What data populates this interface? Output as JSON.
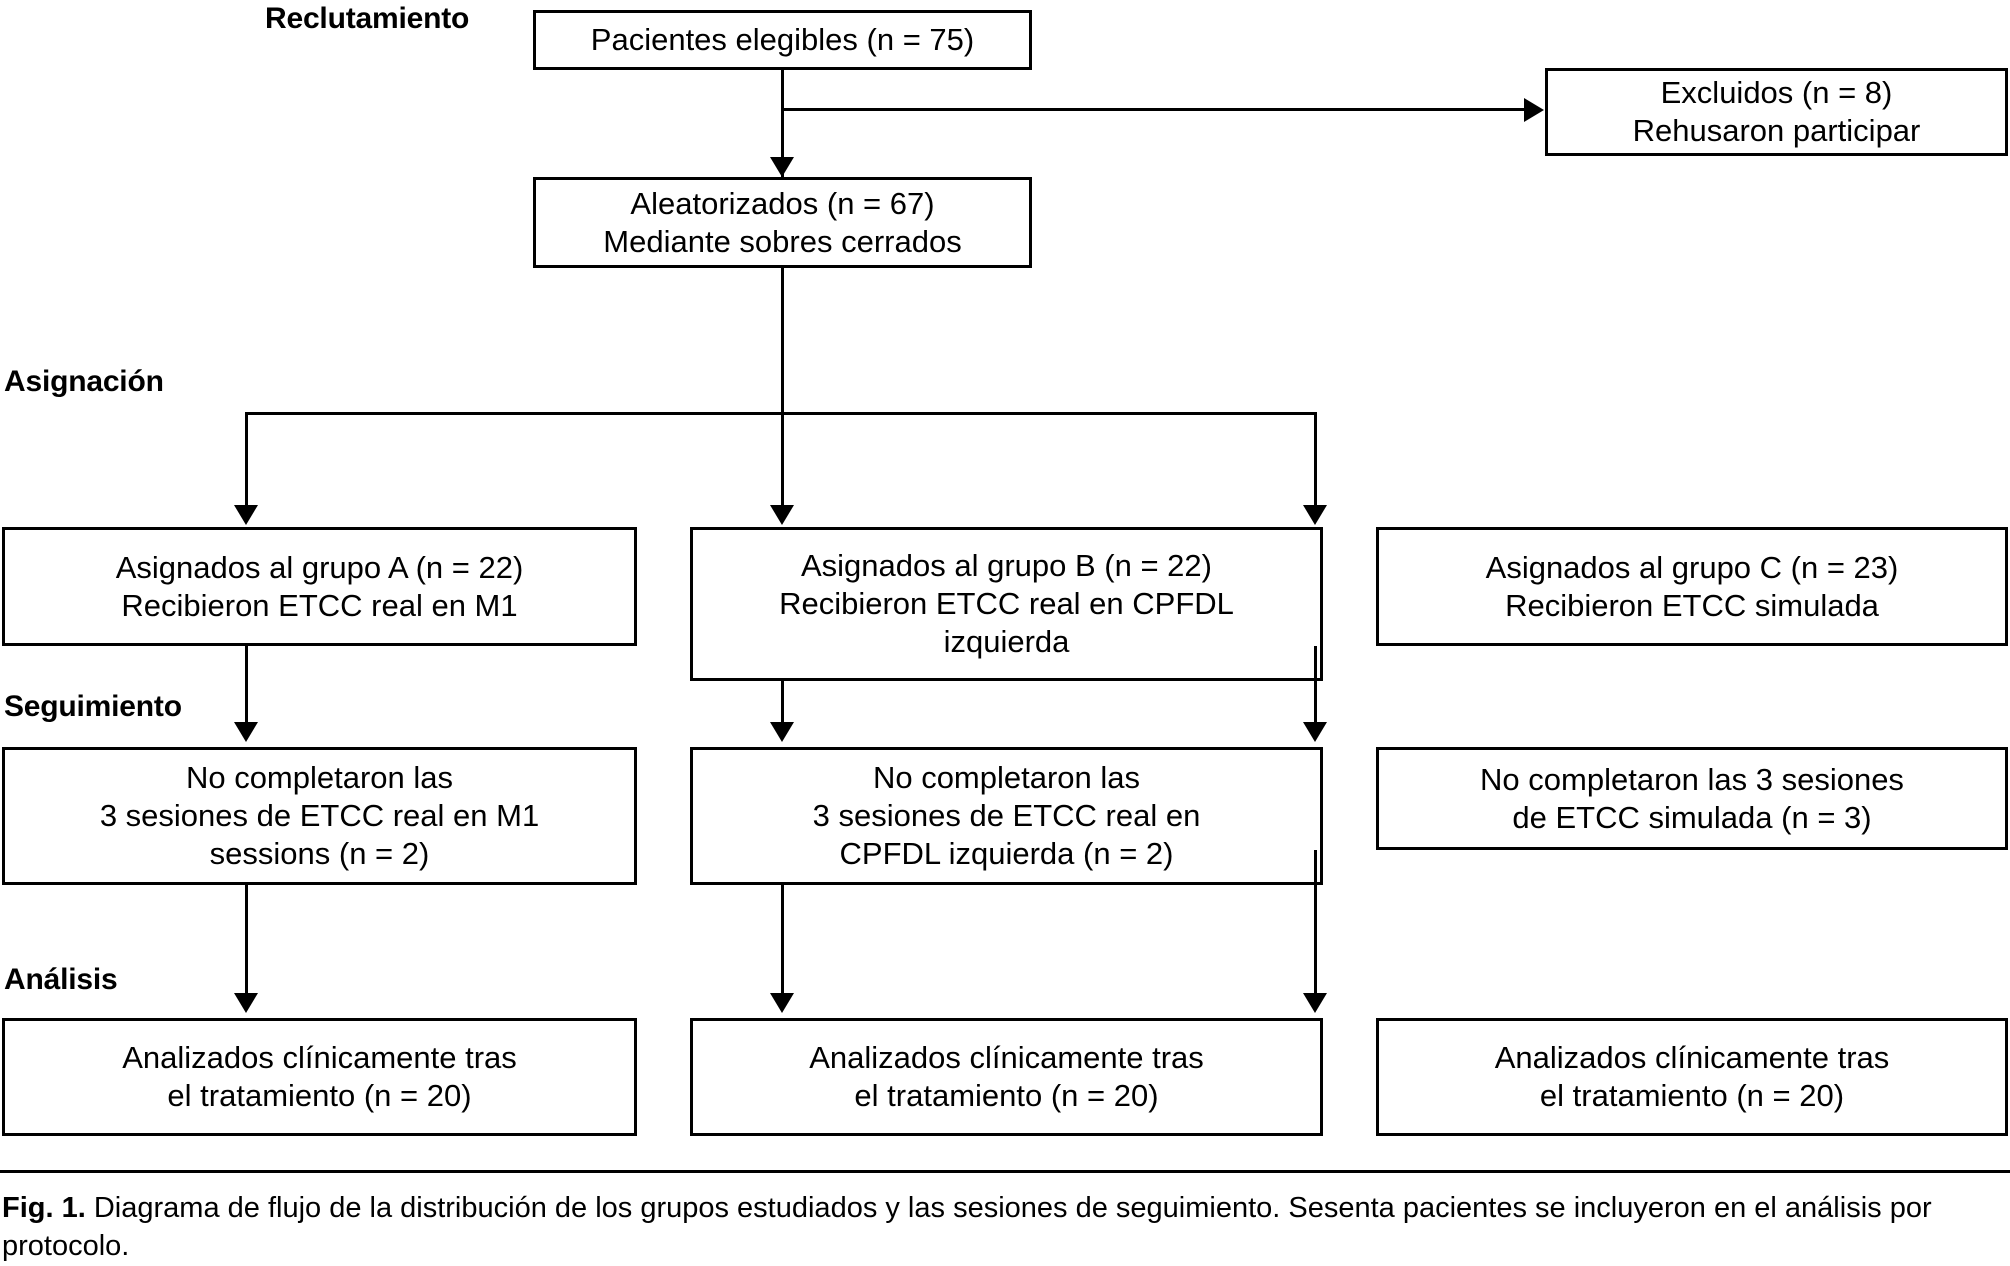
{
  "figure": {
    "type": "consort-flow-diagram",
    "language": "es",
    "caption_prefix": "Fig. 1.",
    "caption_text": " Diagrama de flujo de la distribución de los grupos estudiados y las sesiones de seguimiento. Sesenta pacientes se incluyeron en el análisis por protocolo."
  },
  "stages": {
    "recruitment": "Reclutamiento",
    "allocation": "Asignación",
    "followup": "Seguimiento",
    "analysis": "Análisis"
  },
  "nodes": {
    "eligible": {
      "lines": [
        "Pacientes elegibles (n = 75)"
      ],
      "n": 75
    },
    "excluded": {
      "lines": [
        "Excluidos (n = 8)",
        "Rehusaron participar"
      ],
      "n": 8
    },
    "randomized": {
      "lines": [
        "Aleatorizados (n = 67)",
        "Mediante sobres cerrados"
      ],
      "n": 67
    },
    "allocation_a": {
      "lines": [
        "Asignados al grupo A (n = 22)",
        "Recibieron ETCC real en M1"
      ],
      "n": 22
    },
    "allocation_b": {
      "lines": [
        "Asignados al grupo B (n = 22)",
        "Recibieron ETCC real en CPFDL",
        "izquierda"
      ],
      "n": 22
    },
    "allocation_c": {
      "lines": [
        "Asignados al grupo C (n = 23)",
        "Recibieron ETCC simulada"
      ],
      "n": 23
    },
    "followup_a": {
      "lines": [
        "No completaron las",
        "3 sesiones de ETCC real en M1",
        "sessions (n = 2)"
      ],
      "n": 2
    },
    "followup_b": {
      "lines": [
        "No completaron las",
        "3 sesiones de ETCC real en",
        "CPFDL izquierda (n = 2)"
      ],
      "n": 2
    },
    "followup_c": {
      "lines": [
        "No completaron las 3 sesiones",
        "de ETCC simulada (n = 3)"
      ],
      "n": 3
    },
    "analysis_a": {
      "lines": [
        "Analizados clínicamente tras",
        "el tratamiento (n = 20)"
      ],
      "n": 20
    },
    "analysis_b": {
      "lines": [
        "Analizados clínicamente tras",
        "el tratamiento (n = 20)"
      ],
      "n": 20
    },
    "analysis_c": {
      "lines": [
        "Analizados clínicamente tras",
        "el tratamiento (n = 20)"
      ],
      "n": 20
    }
  },
  "colors": {
    "stroke": "#000000",
    "background": "#ffffff",
    "text": "#000000"
  }
}
